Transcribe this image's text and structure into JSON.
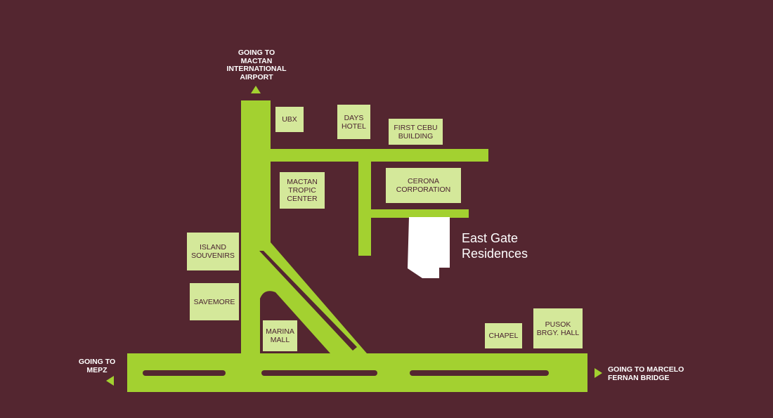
{
  "colors": {
    "background": "#542630",
    "road": "#a3d130",
    "landmark_box": "#d4e89a",
    "landmark_text": "#4a2330",
    "destination": "#ffffff"
  },
  "directions": {
    "north": "GOING TO\nMACTAN\nINTERNATIONAL\nAIRPORT",
    "west": "GOING TO\nMEPZ",
    "east": "GOING TO MARCELO\nFERNAN BRIDGE"
  },
  "landmarks": {
    "ubx": "UBX",
    "days_hotel": "DAYS\nHOTEL",
    "first_cebu": "FIRST CEBU\nBUILDING",
    "cerona": "CERONA\nCORPORATION",
    "mactan_tropic": "MACTAN\nTROPIC\nCENTER",
    "island_souvenirs": "ISLAND\nSOUVENIRS",
    "savemore": "SAVEMORE",
    "marina_mall": "MARINA\nMALL",
    "chapel": "CHAPEL",
    "pusok": "PUSOK\nBRGY. HALL"
  },
  "destination": {
    "line1": "East Gate",
    "line2": "Residences"
  }
}
